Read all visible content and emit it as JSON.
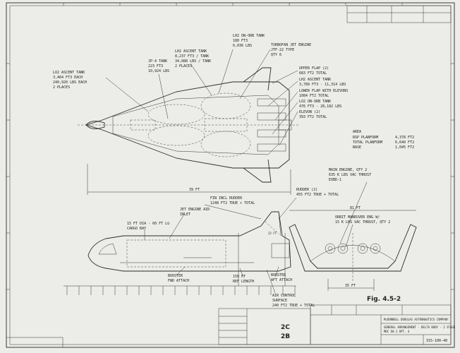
{
  "drawing": {
    "labels": {
      "lo2_ascent": [
        "LO2 ASCENT TANK",
        "3,464 FT3 EACH",
        "240,920 LBS EACH",
        "2 PLACES"
      ],
      "jp4": [
        "JP-4 TANK",
        "223 FT3",
        "10,924 LBS"
      ],
      "lh2_ascent": [
        "LH2 ASCENT TANK",
        "8,237 FT3 / TANK",
        "34,088 LBS / TANK",
        "2 PLACES"
      ],
      "lh2_onorb": [
        "LH2 ON-ORB TANK",
        "180 FT3",
        "6,036 LBS"
      ],
      "turbofan": [
        "TURBOFAN JET ENGINE",
        "JTF-22 TYPE",
        "QTY 6"
      ],
      "upper_flap": [
        "UPPER FLAP (2)",
        "683 FT2 TOTAL"
      ],
      "lh2_ascent_2": [
        "LH2 ASCENT TANK",
        "3,789 FT3 - 11,314 LBS"
      ],
      "lower_flap": [
        "LOWER FLAP WITH ELEVONS",
        "1084 FT2 TOTAL"
      ],
      "lo2_onorb": [
        "LO2 ON-ORB TANK",
        "476 FT3 - 28,182 LBS"
      ],
      "elevon": [
        "ELEVON (2)",
        "393 FT2 TOTAL"
      ],
      "area": [
        "AREA",
        "RSP PLANFORM",
        "TOTAL PLANFORM",
        "BASE"
      ],
      "area_values": [
        "4,378 FT2",
        "6,640 FT2",
        "1,045 FT2"
      ],
      "span": "39 FT",
      "main_engine": [
        "MAIN ENGINE, QTY 2",
        "635 K LBS VAC THRUST",
        "EXBD-1"
      ],
      "rudder": [
        "RUDDER (2)",
        "455 FT2 TRUE + TOTAL"
      ],
      "fin": [
        "FIN INCL RUDDER",
        "1248 FT2 TRUE + TOTAL"
      ],
      "jet_inlet": [
        "JET ENGINE AIR",
        "INLET"
      ],
      "cargo_bay": [
        "15 FT DIA - 60 FT LG",
        "CARGO BAY"
      ],
      "booster_fwd": [
        "BOOSTER",
        "FWD ATTACH"
      ],
      "booster_aft": [
        "BOOSTER",
        "AFT ATTACH"
      ],
      "ref_length": [
        "150 FT",
        "REF LENGTH"
      ],
      "air_control": [
        "AIR CONTROL",
        "SURFACE",
        "240 FT2 TRUE + TOTAL"
      ],
      "orbit_maneuver": [
        "ORBIT MANEUVER ENG W/",
        "15 K LBS VAC THRUST, QTY 2"
      ],
      "width_dim": "81 FT",
      "rear_dim": "35 FT",
      "dim_22ft": "22 FT",
      "fig": "Fig. 4.5-2",
      "page_code": [
        "2C",
        "2B"
      ]
    },
    "title_block": {
      "company": "McDONNELL DOUGLAS ASTRONAUTICS COMPANY",
      "title": "GENERAL ARRANGEMENT - DELTA BODY - 2 STAGE",
      "subtitle": "MDC E0-1 OPT. 4",
      "dwg_no": "315-100-40"
    }
  }
}
